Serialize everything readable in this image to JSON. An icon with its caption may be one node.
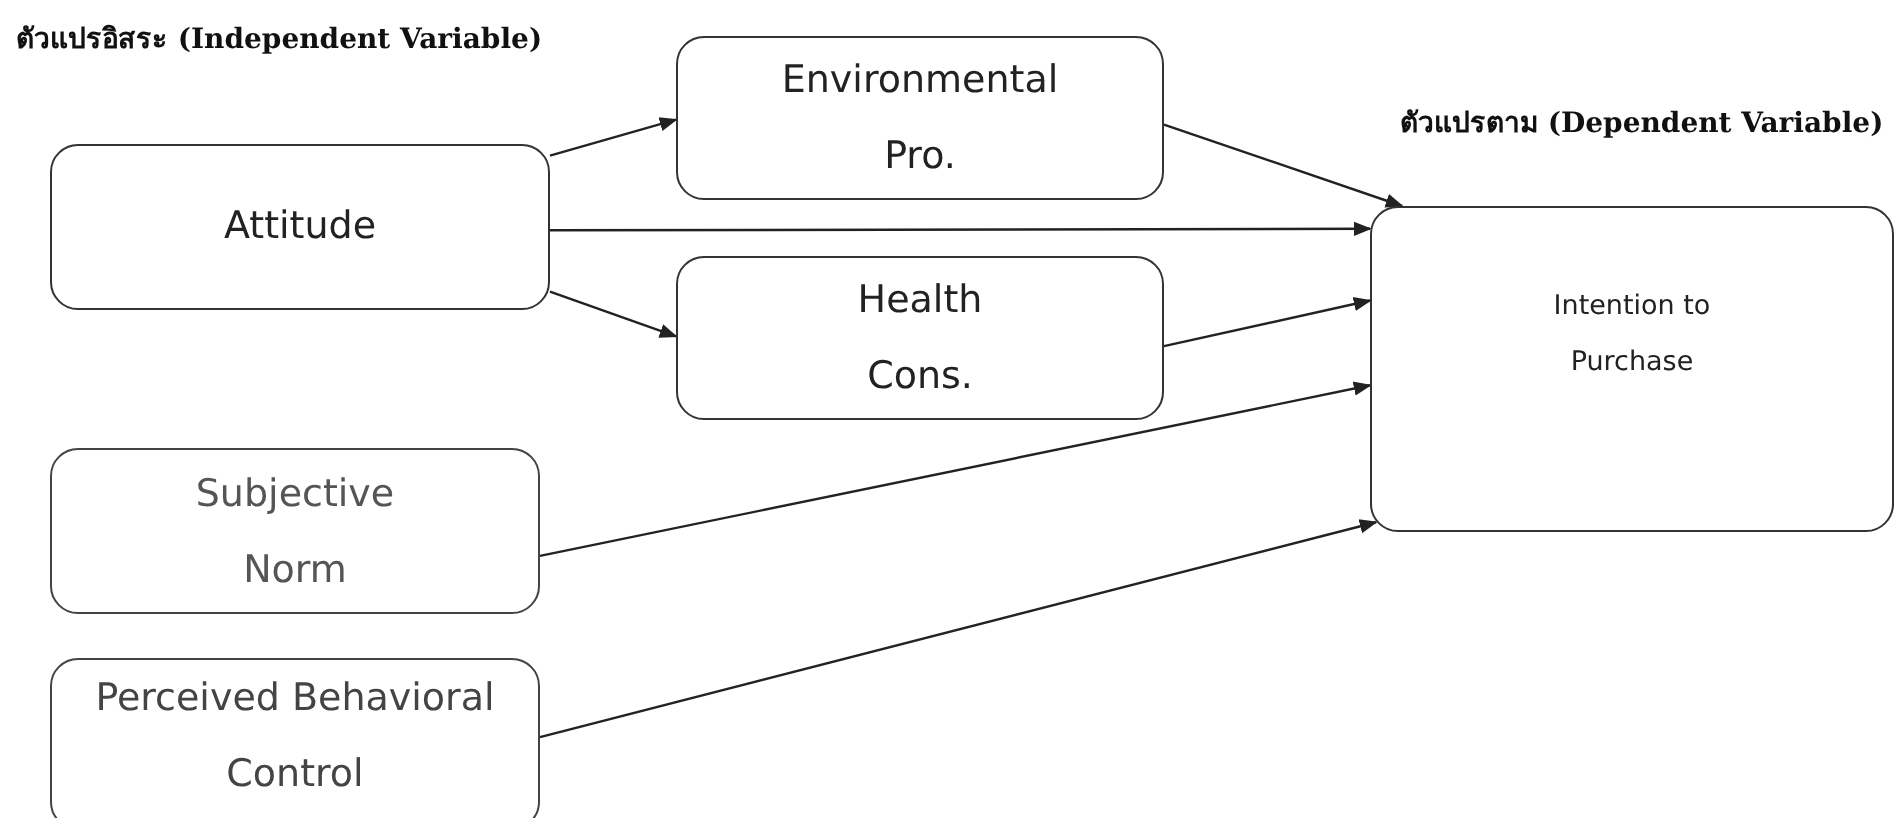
{
  "diagram": {
    "nodes": [
      {
        "text": [
          "Attitude"
        ]
      },
      {
        "text": [
          "Environmental Pro."
        ]
      },
      {
        "text": [
          "Health Cons."
        ]
      },
      {
        "text": [
          "Subjective Norm"
        ]
      },
      {
        "text": [
          "Perceived Behavioral Control"
        ]
      },
      {
        "text": [
          "Intention to Purchase"
        ]
      }
    ],
    "edges": [
      {
        "from": 0,
        "to": 1,
        "arrow": "to"
      },
      {
        "from": 0,
        "to": 5,
        "arrow": "to"
      },
      {
        "from": 0,
        "to": 2,
        "arrow": "to"
      },
      {
        "from": 1,
        "to": 5,
        "arrow": "to"
      },
      {
        "from": 2,
        "to": 5,
        "arrow": "to"
      },
      {
        "from": 3,
        "to": 5,
        "arrow": "to"
      },
      {
        "from": 4,
        "to": 5,
        "arrow": "to"
      }
    ],
    "labels": [
      "ตัวแปรอิสระ (Independent Variable)",
      "ตัวแปรตาม (Dependent Variable)"
    ]
  }
}
